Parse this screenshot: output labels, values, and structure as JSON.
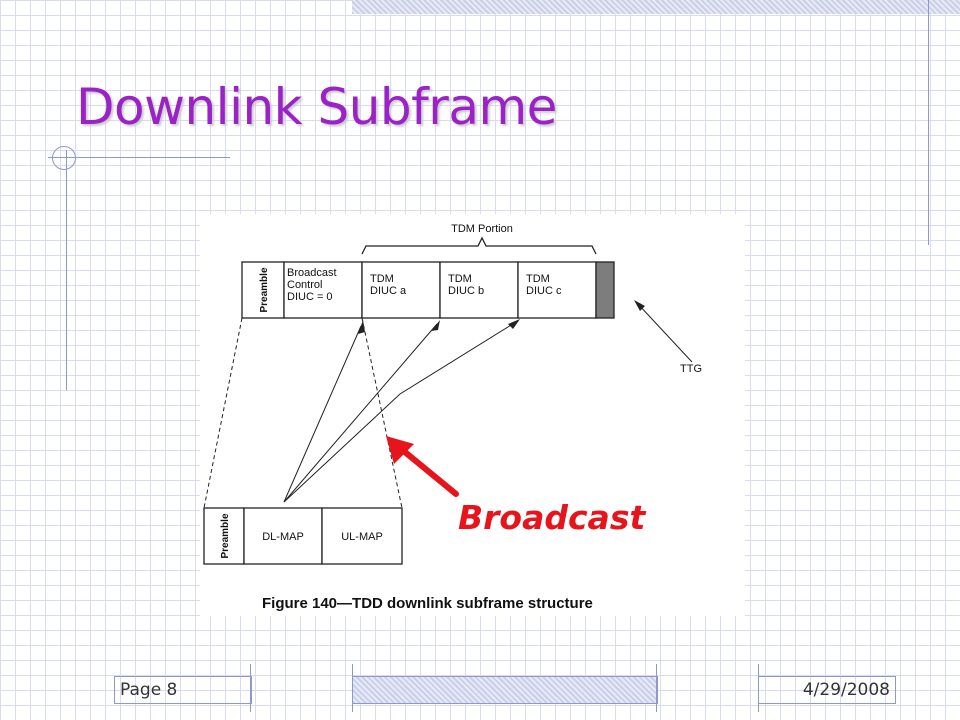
{
  "slide": {
    "title": "Downlink Subframe",
    "callout_label": "Broadcast",
    "footer_page": "Page 8",
    "footer_date": "4/29/2008"
  },
  "colors": {
    "title": "#9a22c6",
    "callout": "#e8141c",
    "decor_lines": "#8f98cc"
  },
  "figure": {
    "caption": "Figure 140—TDD downlink subframe structure",
    "tdm_portion_label": "TDM Portion",
    "ttg_label": "TTG",
    "top_row": {
      "preamble": "Preamble",
      "broadcast_lines": [
        "Broadcast",
        "Control",
        "DIUC = 0"
      ],
      "tdm_a": [
        "TDM",
        "DIUC a"
      ],
      "tdm_b": [
        "TDM",
        "DIUC b"
      ],
      "tdm_c": [
        "TDM",
        "DIUC c"
      ]
    },
    "bottom_row": {
      "preamble": "Preamble",
      "dl_map": "DL-MAP",
      "ul_map": "UL-MAP"
    }
  }
}
